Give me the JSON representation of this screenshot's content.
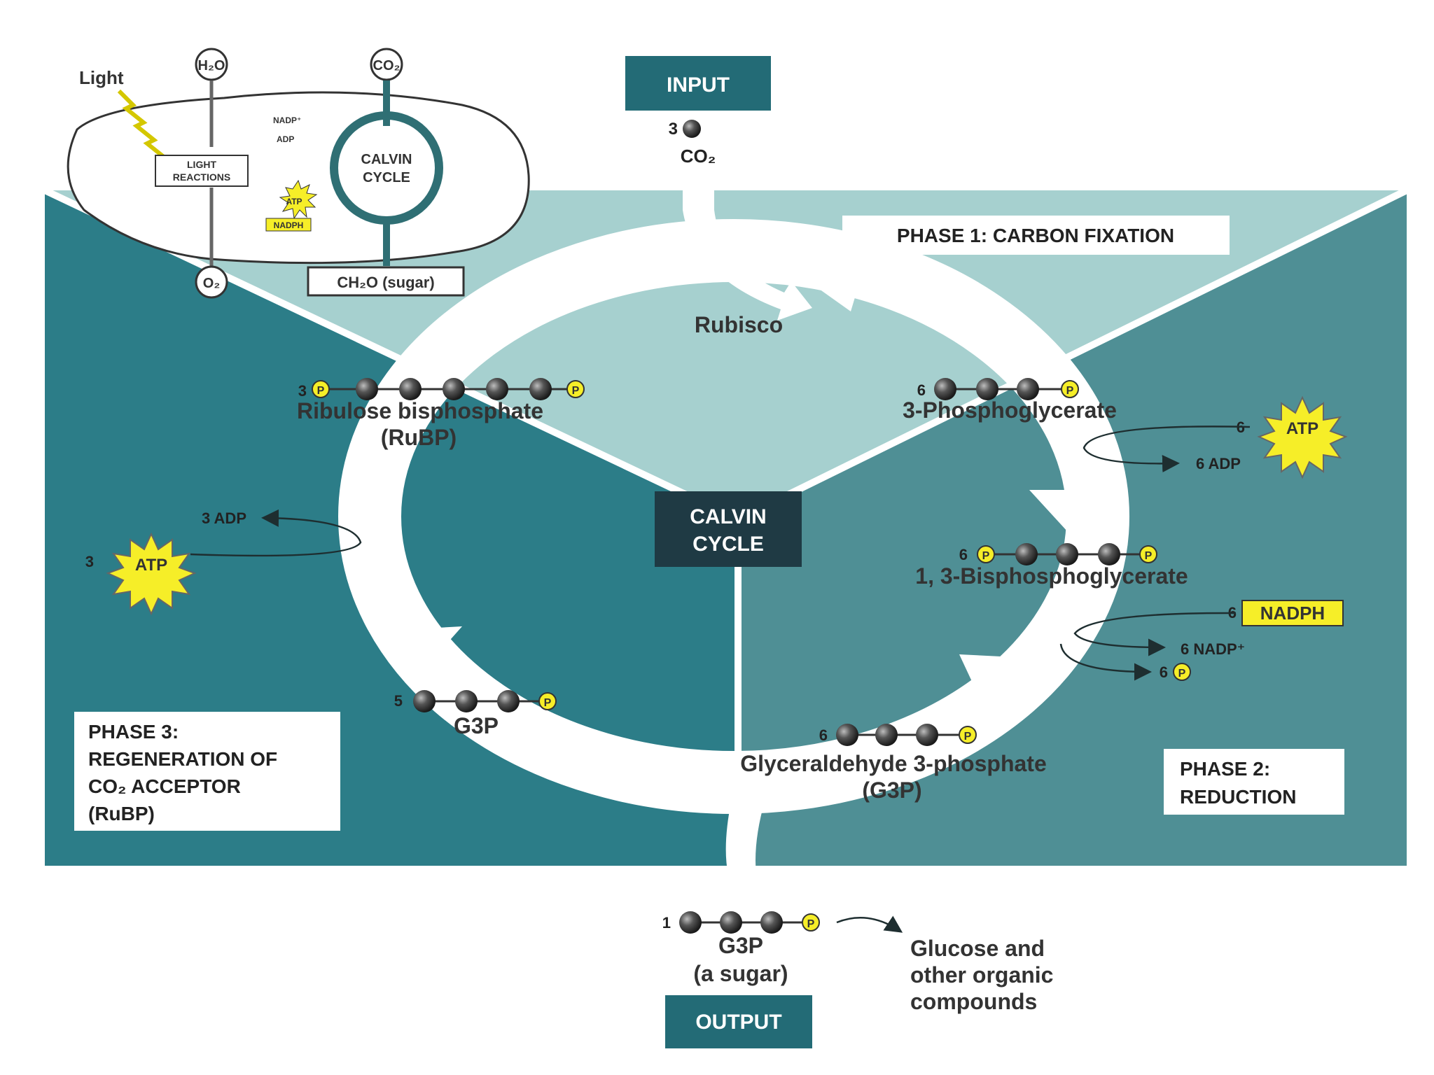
{
  "inset": {
    "light": "Light",
    "h2o": "H₂O",
    "co2": "CO₂",
    "nadp_plus": "NADP⁺",
    "adp": "ADP",
    "light_reactions_1": "LIGHT",
    "light_reactions_2": "REACTIONS",
    "calvin_1": "CALVIN",
    "calvin_2": "CYCLE",
    "atp": "ATP",
    "nadph": "NADPH",
    "o2": "O₂",
    "sugar": "CH₂O (sugar)"
  },
  "input": {
    "label": "INPUT",
    "count": "3",
    "co2": "CO₂"
  },
  "phase1": {
    "label": "PHASE 1: CARBON FIXATION"
  },
  "phase2": {
    "line1": "PHASE 2:",
    "line2": "REDUCTION"
  },
  "phase3": {
    "line1": "PHASE 3:",
    "line2": "REGENERATION OF",
    "line3": "CO₂ ACCEPTOR",
    "line4": "(RuBP)"
  },
  "center": {
    "line1": "CALVIN",
    "line2": "CYCLE"
  },
  "rubisco": "Rubisco",
  "rubp": {
    "count": "3",
    "name": "Ribulose bisphosphate",
    "abbr": "(RuBP)"
  },
  "pga": {
    "count": "6",
    "name": "3-Phosphoglycerate"
  },
  "bpg": {
    "count": "6",
    "name": "1, 3-Bisphosphoglycerate"
  },
  "g3p": {
    "count": "6",
    "name": "Glyceraldehyde 3-phosphate",
    "abbr": "(G3P)"
  },
  "g3p5": {
    "count": "5",
    "name": "G3P"
  },
  "phosphate": "P",
  "step1": {
    "atp_count": "6",
    "atp": "ATP",
    "adp": "6 ADP"
  },
  "step2": {
    "nadph_count": "6",
    "nadph": "NADPH",
    "nadp": "6 NADP⁺",
    "p_count": "6"
  },
  "step3": {
    "adp": "3 ADP",
    "atp_count": "3",
    "atp": "ATP"
  },
  "output": {
    "count": "1",
    "name": "G3P",
    "sub": "(a sugar)",
    "label": "OUTPUT",
    "dest1": "Glucose and",
    "dest2": "other organic",
    "dest3": "compounds"
  },
  "colors": {
    "teal_dark": "#2b7a86",
    "teal_mid": "#4f9199",
    "teal_light": "#a6d0cf",
    "label_box": "#236b76",
    "yellow": "#f6ee28"
  }
}
